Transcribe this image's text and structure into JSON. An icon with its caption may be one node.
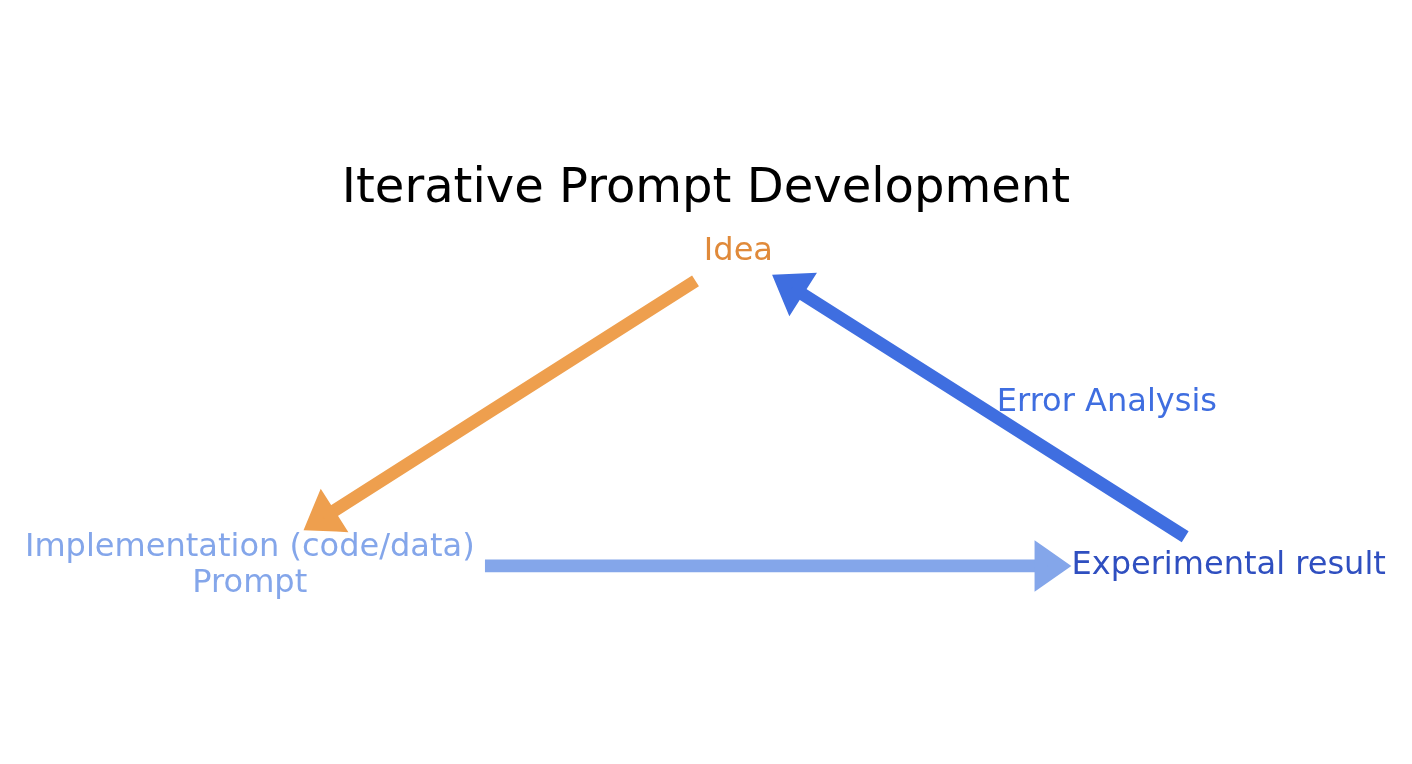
{
  "diagram": {
    "title": "Iterative Prompt Development",
    "nodes": [
      {
        "text": [
          "Idea"
        ]
      },
      {
        "text": [
          "Implementation (code/data)",
          "Prompt"
        ]
      },
      {
        "text": [
          "Experimental result"
        ]
      }
    ],
    "edges": [
      {
        "from": 0,
        "to": 1,
        "arrow": "to",
        "color": "#ee9f4e"
      },
      {
        "from": 1,
        "to": 2,
        "arrow": "to",
        "color": "#84a6ea"
      },
      {
        "from": 2,
        "to": 0,
        "arrow": "to",
        "label": "Error Analysis",
        "color": "#3f6ee0"
      }
    ]
  }
}
